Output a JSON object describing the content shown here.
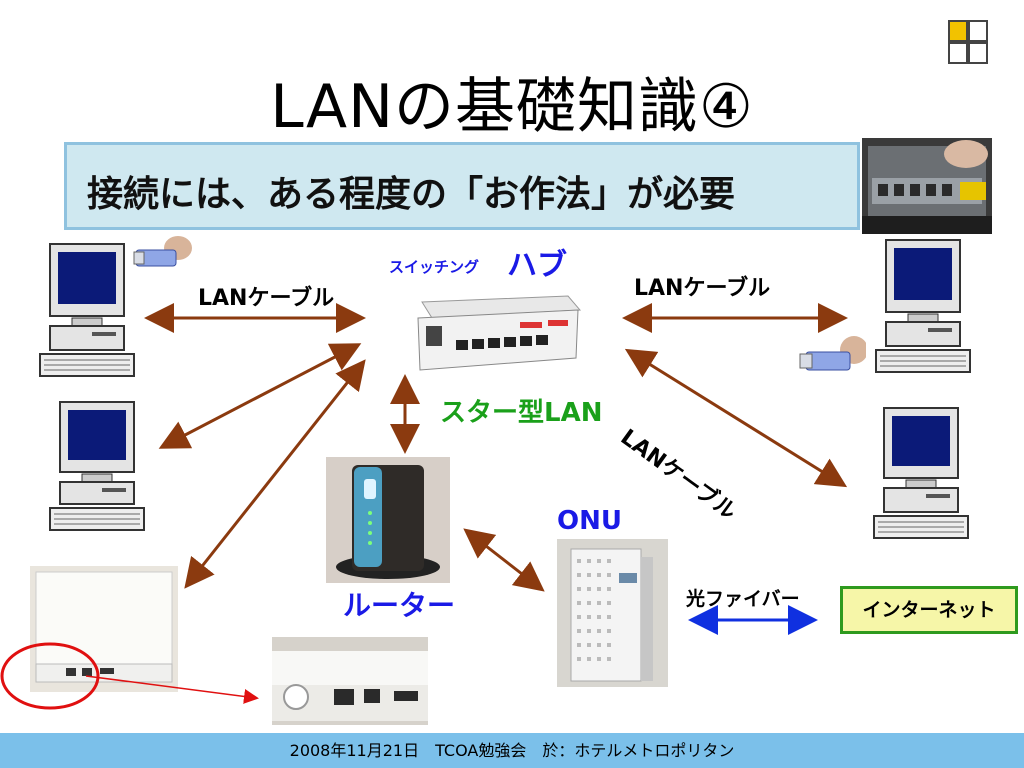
{
  "title": "LANの基礎知識④",
  "subtitle": "接続には、ある程度の「お作法」が必要",
  "labels": {
    "lan_cable_left": "LANケーブル",
    "lan_cable_right": "LANケーブル",
    "lan_cable_diag": "LANケーブル",
    "hub_prefix": "スイッチング",
    "hub_main": "ハブ",
    "star_lan": "スター型LAN",
    "router": "ルーター",
    "onu": "ONU",
    "fiber": "光ファイバー",
    "internet": "インターネット"
  },
  "footer": "2008年11月21日　TCOA勉強会　於：ホテルメトロポリタン",
  "colors": {
    "arrow_brown": "#8b3a0f",
    "arrow_blue": "#1030e0",
    "label_blue": "#1a1ae6",
    "label_green": "#1aa01a",
    "pointer_red": "#e01010",
    "footer_bg": "#7bc0ea",
    "subtitle_bg": "#cfe8f0"
  }
}
